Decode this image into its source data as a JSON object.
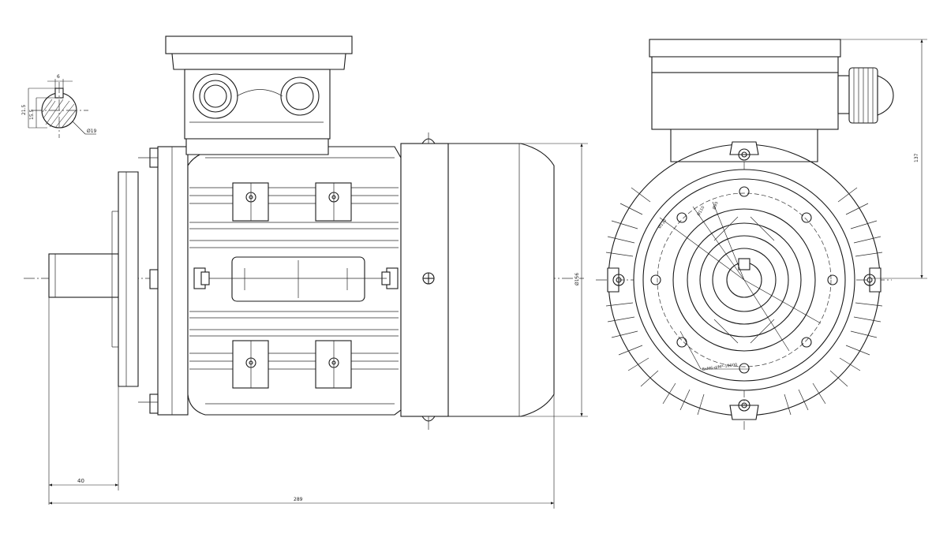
{
  "drawing": {
    "detail_key_width": "6",
    "detail_height_outer": "21.5",
    "detail_height_inner": "15.5",
    "detail_shaft_diameter": "Ø19",
    "dim_shaft_length": "40",
    "dim_total_length": "289",
    "dim_housing_diameter": "Ø156",
    "dim_terminal_height": "137",
    "flange_dia_1": "Ø130",
    "flange_dia_2": "Ø110",
    "flange_dia_3": "Ø95",
    "flange_holes_note": "8xM6-d/M*-10000"
  }
}
